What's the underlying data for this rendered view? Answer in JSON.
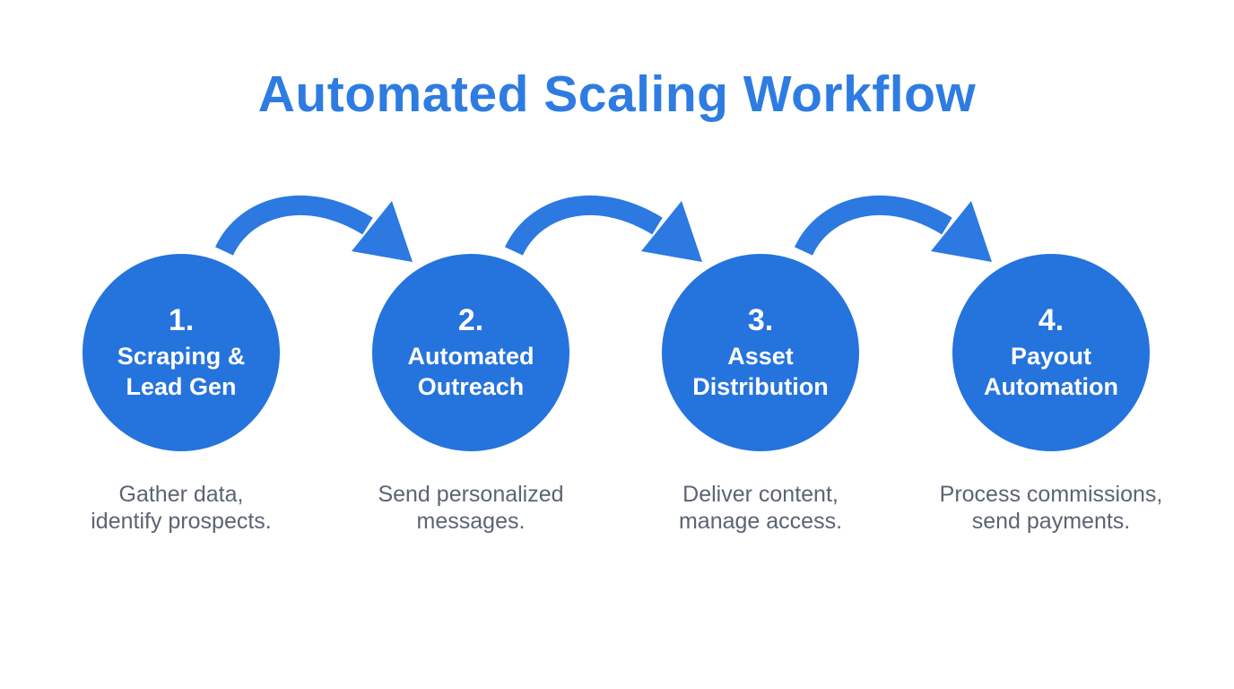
{
  "title": "Automated Scaling Workflow",
  "colors": {
    "background": "#ffffff",
    "title": "#2e7ce2",
    "circle": "#2573dc",
    "circle_text": "#ffffff",
    "arrow": "#2b79e1",
    "description": "#5b6472"
  },
  "steps": [
    {
      "number": "1.",
      "label": "Scraping &\nLead Gen",
      "description": "Gather data,\nidentify prospects."
    },
    {
      "number": "2.",
      "label": "Automated\nOutreach",
      "description": "Send personalized\nmessages."
    },
    {
      "number": "3.",
      "label": "Asset\nDistribution",
      "description": "Deliver content,\nmanage access."
    },
    {
      "number": "4.",
      "label": "Payout\nAutomation",
      "description": "Process commissions,\nsend payments."
    }
  ],
  "arrows": [
    "flow-arrow-step1-step2",
    "flow-arrow-step2-step3",
    "flow-arrow-step3-step4"
  ]
}
